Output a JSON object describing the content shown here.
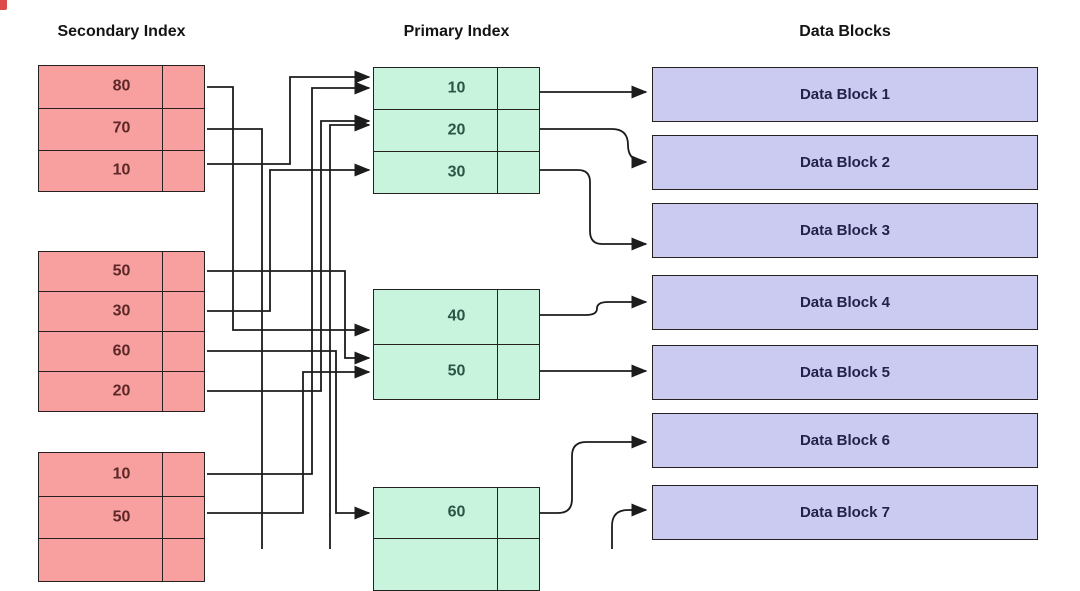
{
  "titles": {
    "secondary": "Secondary Index",
    "primary": "Primary Index",
    "data_blocks": "Data Blocks"
  },
  "secondary_index": {
    "groups": [
      [
        "80",
        "70",
        "10"
      ],
      [
        "50",
        "30",
        "60",
        "20"
      ],
      [
        "10",
        "50",
        ""
      ]
    ]
  },
  "primary_index": {
    "groups": [
      [
        "10",
        "20",
        "30"
      ],
      [
        "40",
        "50"
      ],
      [
        "60",
        ""
      ]
    ]
  },
  "data_blocks": [
    "Data Block 1",
    "Data Block 2",
    "Data Block 3",
    "Data Block 4",
    "Data Block 5",
    "Data Block 6",
    "Data Block 7"
  ],
  "connections": {
    "secondary_to_primary": [
      {
        "from": "80",
        "to": "40-row"
      },
      {
        "from": "70",
        "to": "offscreen-bottom"
      },
      {
        "from": "10",
        "to": "10"
      },
      {
        "from": "50",
        "to": "50"
      },
      {
        "from": "30",
        "to": "30"
      },
      {
        "from": "60",
        "to": "60"
      },
      {
        "from": "20",
        "to": "20"
      },
      {
        "from": "10 (group 3)",
        "to": "10"
      },
      {
        "from": "50 (group 3)",
        "to": "50"
      },
      {
        "from": "offscreen-bottom",
        "to": "20"
      }
    ],
    "primary_to_data_blocks": [
      {
        "from": "10",
        "to": "Data Block 1"
      },
      {
        "from": "20",
        "to": "Data Block 2"
      },
      {
        "from": "30",
        "to": "Data Block 3"
      },
      {
        "from": "40",
        "to": "Data Block 4"
      },
      {
        "from": "50",
        "to": "Data Block 5"
      },
      {
        "from": "60",
        "to": "Data Block 6"
      },
      {
        "from": "offscreen-bottom",
        "to": "Data Block 7"
      }
    ]
  },
  "colors": {
    "secondary_fill": "#f89f9f",
    "primary_fill": "#c8f3dc",
    "data_block_fill": "#cbcbf2",
    "line": "#1c1c1c"
  }
}
